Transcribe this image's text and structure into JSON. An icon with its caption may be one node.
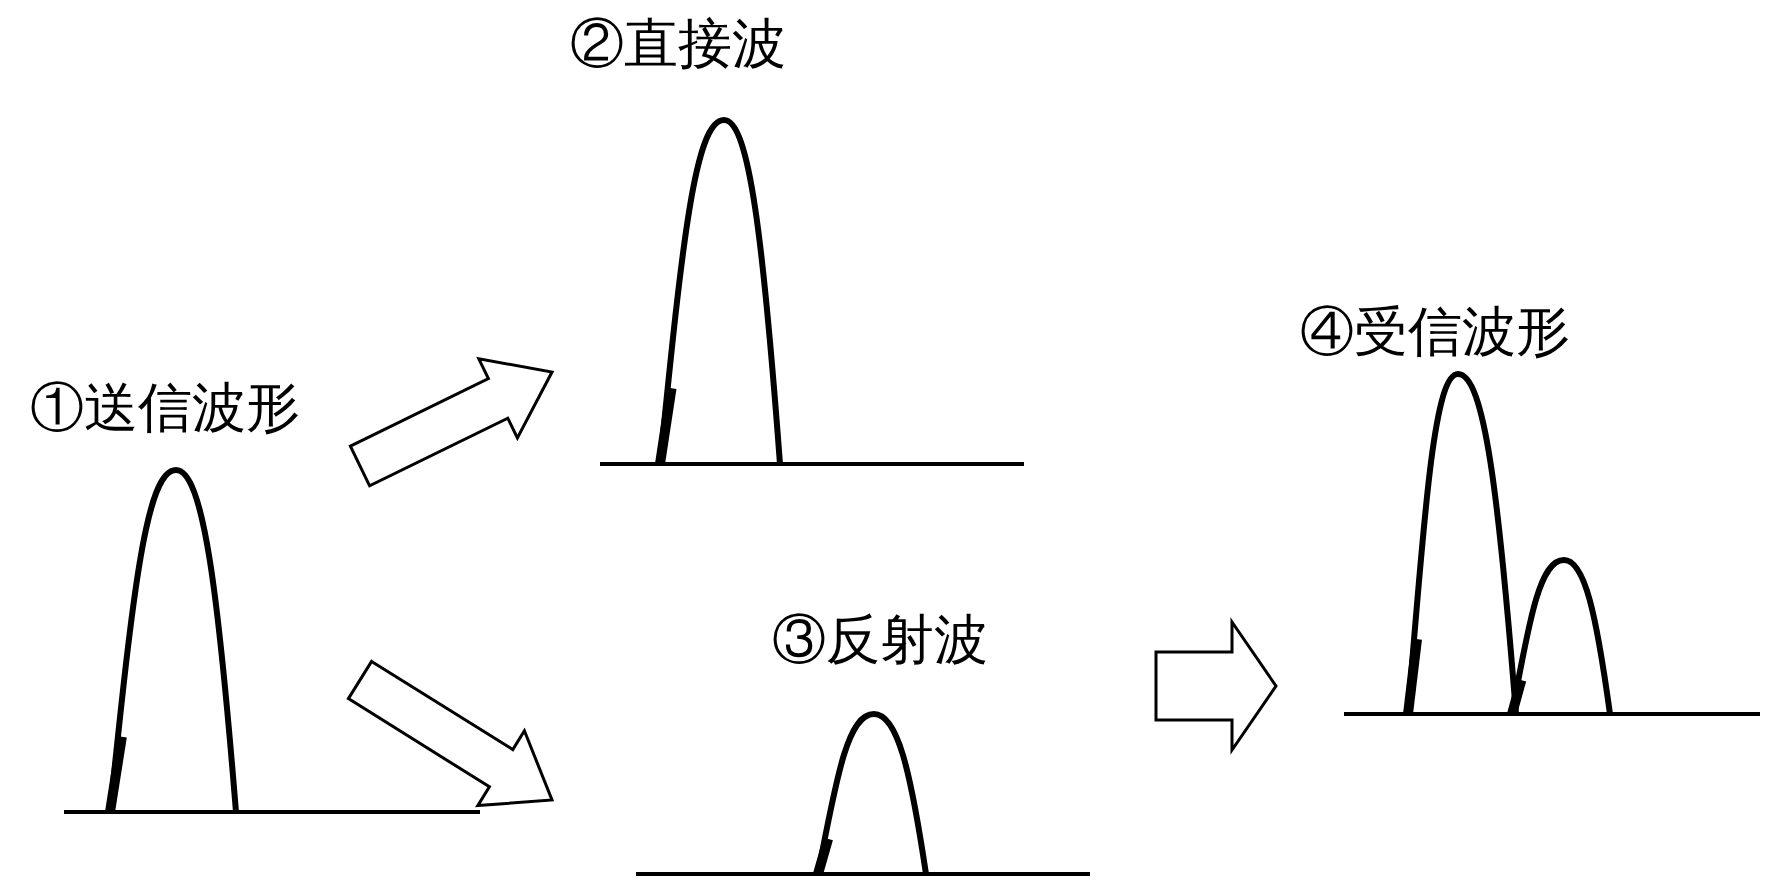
{
  "diagram": {
    "nodes": [
      {
        "text": [
          "①送信波形"
        ]
      },
      {
        "text": [
          "②直接波"
        ]
      },
      {
        "text": [
          "③反射波"
        ]
      },
      {
        "text": [
          "④受信波形"
        ]
      }
    ],
    "edges": [
      {
        "from": 0,
        "to": 1,
        "arrow": "to"
      },
      {
        "from": 0,
        "to": 2,
        "arrow": "to"
      },
      {
        "from": 2,
        "to": 3,
        "arrow": "to"
      }
    ]
  }
}
